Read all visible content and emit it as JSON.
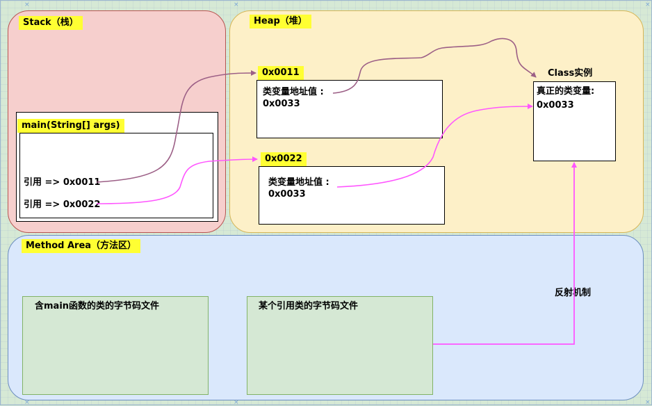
{
  "stack": {
    "title": "Stack（栈）",
    "frame_title": "main(String[] args)",
    "ref1": "引用 => 0x0011",
    "ref2": "引用 => 0x0022"
  },
  "heap": {
    "title": "Heap（堆）",
    "obj1_addr": "0x0011",
    "obj1_line1": "类变量地址值 :",
    "obj1_line2": "0x0033",
    "obj2_addr": "0x0022",
    "obj2_line1": "类变量地址值 :",
    "obj2_line2": "0x0033",
    "class_instance_title": "Class实例",
    "class_line1": "真正的类变量:",
    "class_line2": "0x0033"
  },
  "method_area": {
    "title": "Method Area（方法区）",
    "class_file1": "含main函数的类的字节码文件",
    "class_file2": "某个引用类的字节码文件",
    "reflection_label": "反射机制"
  },
  "colors": {
    "stack_fill": "#f6cfcd",
    "heap_fill": "#fdf0c8",
    "method_fill": "#dae8fc",
    "highlight": "#ffff33",
    "arrow_purple": "#9c5f86",
    "arrow_magenta": "#ff55ff"
  }
}
